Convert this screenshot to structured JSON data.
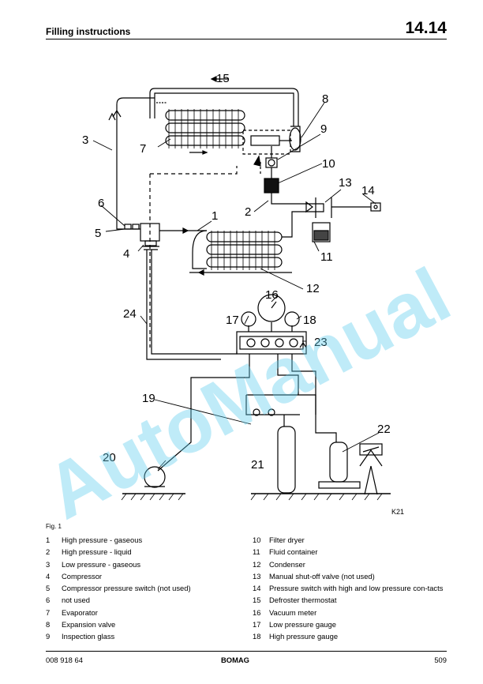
{
  "header": {
    "title": "Filling instructions",
    "page_code": "14.14"
  },
  "figure": {
    "caption": "Fig. 1",
    "image_code": "K21",
    "callouts": [
      "1",
      "2",
      "3",
      "4",
      "5",
      "6",
      "7",
      "8",
      "9",
      "10",
      "11",
      "12",
      "13",
      "14",
      "15",
      "16",
      "17",
      "18",
      "19",
      "20",
      "21",
      "22",
      "23",
      "24"
    ]
  },
  "legend_left": [
    {
      "num": "1",
      "text": "High pressure - gaseous"
    },
    {
      "num": "2",
      "text": "High pressure - liquid"
    },
    {
      "num": "3",
      "text": "Low pressure - gaseous"
    },
    {
      "num": "4",
      "text": "Compressor"
    },
    {
      "num": "5",
      "text": "Compressor pressure switch (not used)"
    },
    {
      "num": "6",
      "text": "not used"
    },
    {
      "num": "7",
      "text": "Evaporator"
    },
    {
      "num": "8",
      "text": "Expansion valve"
    },
    {
      "num": "9",
      "text": "Inspection glass"
    }
  ],
  "legend_right": [
    {
      "num": "10",
      "text": "Filter dryer"
    },
    {
      "num": "11",
      "text": "Fluid container"
    },
    {
      "num": "12",
      "text": "Condenser"
    },
    {
      "num": "13",
      "text": "Manual shut-off valve (not used)"
    },
    {
      "num": "14",
      "text": "Pressure switch with high and low pressure con-tacts"
    },
    {
      "num": "15",
      "text": "Defroster thermostat"
    },
    {
      "num": "16",
      "text": "Vacuum meter"
    },
    {
      "num": "17",
      "text": "Low pressure gauge"
    },
    {
      "num": "18",
      "text": "High pressure gauge"
    }
  ],
  "footer": {
    "doc_number": "008 918 64",
    "brand": "BOMAG",
    "page_number": "509"
  },
  "watermark": {
    "text": "AutoManual",
    "color": "#5ac8eb"
  }
}
